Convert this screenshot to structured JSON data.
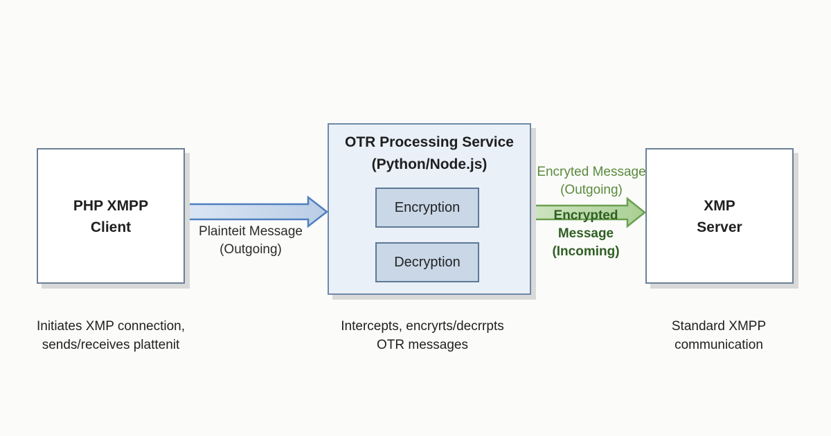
{
  "client": {
    "title_line1": "PHP XMPP",
    "title_line2": "Client",
    "caption_line1": "Initiates XMP connection,",
    "caption_line2": "sends/receives plattenit"
  },
  "service": {
    "title_line1": "OTR Processing Service",
    "title_line2": "(Python/Node.js)",
    "encryption_label": "Encryption",
    "decryption_label": "Decryption",
    "caption_line1": "Intercepts, encryrts/decrrpts",
    "caption_line2": "OTR messages"
  },
  "server": {
    "title_line1": "XMP",
    "title_line2": "Server",
    "caption_line1": "Standard XMPP",
    "caption_line2": "communication"
  },
  "flows": {
    "plaintext_line1": "Plainteit Message",
    "plaintext_line2": "(Outgoing)",
    "encrypted_out_line1": "Encryted Message",
    "encrypted_out_line2": "(Outgoing)",
    "encrypted_in_line1": "Encrypted",
    "encrypted_in_line2": "Message",
    "encrypted_in_line3": "(Incoming)"
  },
  "colors": {
    "box_border": "#6b7f95",
    "service_fill": "#eaf0f8",
    "inner_fill": "#c9d7e7",
    "blue_arrow": "#4f7fbf",
    "green_arrow": "#6aa04f",
    "green_text_light": "#5a8a3c",
    "green_text_dark": "#2f5f22"
  }
}
